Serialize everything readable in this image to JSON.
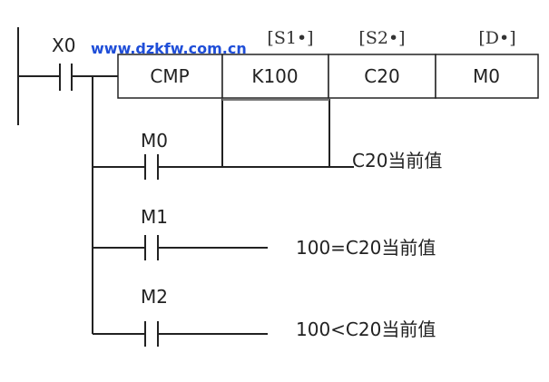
{
  "watermark": {
    "text": "www.dzkfw.com.cn",
    "color": "#1f4ed8"
  },
  "input_contact": {
    "label": "X0"
  },
  "cmp_instruction": {
    "operand_headers": [
      "[S1•]",
      "[S2•]",
      "[D•]"
    ],
    "cells": [
      "CMP",
      "K100",
      "C20",
      "M0"
    ]
  },
  "outputs": [
    {
      "contact": "M0",
      "condition": "C20当前值",
      "condition_prefix_hidden": true
    },
    {
      "contact": "M1",
      "condition": "100=C20当前值"
    },
    {
      "contact": "M2",
      "condition": "100<C20当前值"
    }
  ]
}
